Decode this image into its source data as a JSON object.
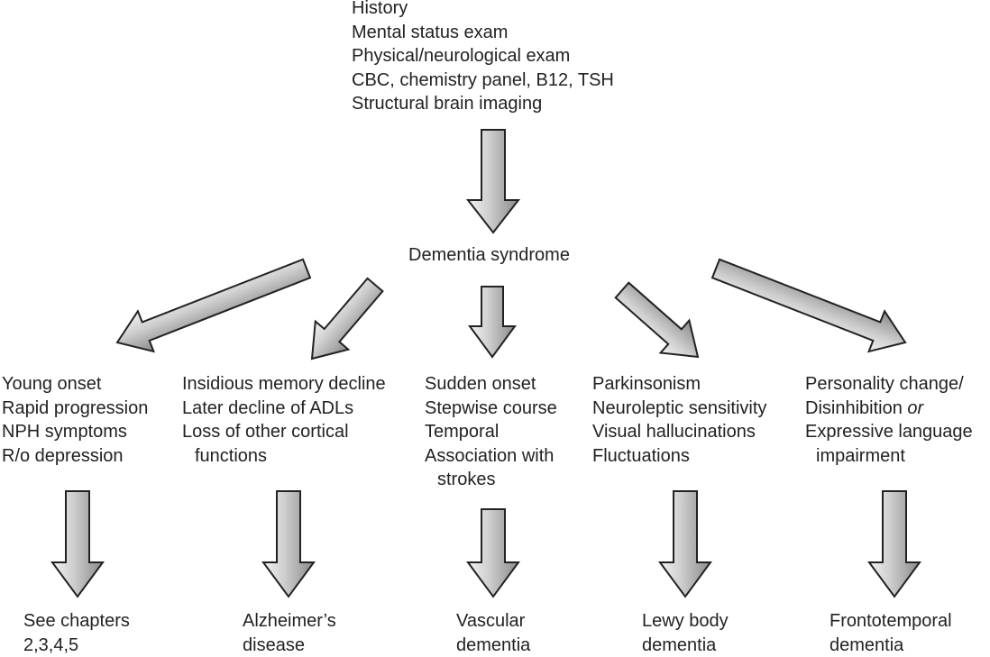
{
  "top_box": {
    "lines": [
      "History",
      "Mental status exam",
      "Physical/neurological exam",
      "CBC, chemistry panel, B12, TSH",
      "Structural brain imaging"
    ]
  },
  "center_label": "Dementia syndrome",
  "columns": [
    {
      "criteria": {
        "line1": "Young onset",
        "line2": "Rapid progression",
        "line3": "NPH symptoms",
        "line4": "R/o depression"
      },
      "outcome": {
        "line1": "See chapters",
        "line2": "2,3,4,5"
      }
    },
    {
      "criteria": {
        "line1": "Insidious memory decline",
        "line2": "Later decline of ADLs",
        "line3": "Loss of other cortical",
        "line4": "functions"
      },
      "outcome": {
        "line1": "Alzheimer’s",
        "line2": "disease"
      }
    },
    {
      "criteria": {
        "line1": "Sudden onset",
        "line2": "Stepwise course",
        "line3": "Temporal",
        "line4": "Association with",
        "line5": "strokes"
      },
      "outcome": {
        "line1": "Vascular",
        "line2": "dementia"
      }
    },
    {
      "criteria": {
        "line1": "Parkinsonism",
        "line2": "Neuroleptic sensitivity",
        "line3": "Visual hallucinations",
        "line4": "Fluctuations"
      },
      "outcome": {
        "line1": "Lewy body",
        "line2": "dementia"
      }
    },
    {
      "criteria": {
        "line1": "Personality change/",
        "line2a": "Disinhibition ",
        "line2b": "or",
        "line3": "Expressive language",
        "line4": "impairment"
      },
      "outcome": {
        "line1": "Frontotemporal",
        "line2": "dementia"
      }
    }
  ],
  "colors": {
    "arrow_light": "#f2f2f2",
    "arrow_dark": "#8a8a8a",
    "arrow_stroke": "#222222",
    "text": "#222222"
  }
}
